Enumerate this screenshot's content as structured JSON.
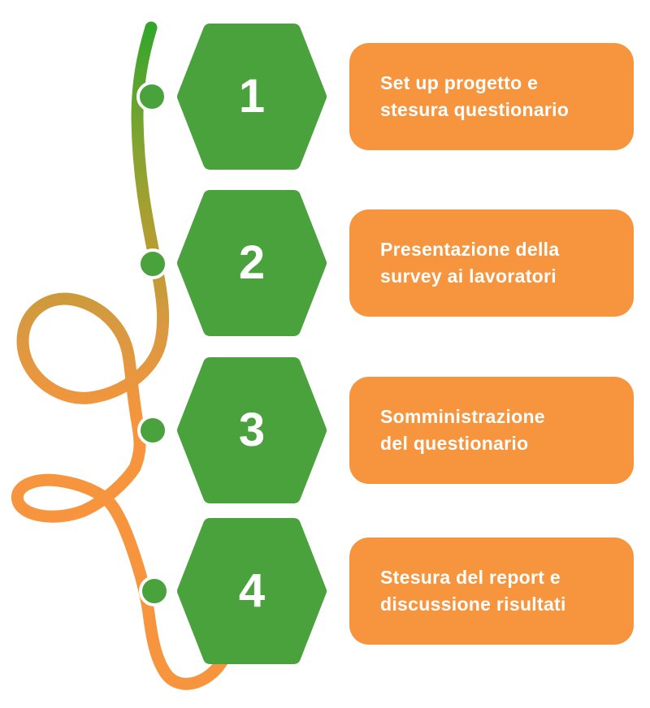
{
  "colors": {
    "hexagon_green": "#4AA23C",
    "dot_green": "#4AA23C",
    "card_orange": "#F6953E",
    "text_white": "#FFFFFF",
    "curve_top_green": "#33A52B",
    "curve_mid_olive": "#B59D30",
    "curve_bottom_orange": "#F6953E"
  },
  "steps": [
    {
      "number": "1",
      "line1": "Set up progetto e",
      "line2": "stesura questionario"
    },
    {
      "number": "2",
      "line1": "Presentazione della",
      "line2": "survey ai lavoratori"
    },
    {
      "number": "3",
      "line1": "Somministrazione",
      "line2": "del questionario"
    },
    {
      "number": "4",
      "line1": "Stesura del report e",
      "line2": "discussione risultati"
    }
  ]
}
